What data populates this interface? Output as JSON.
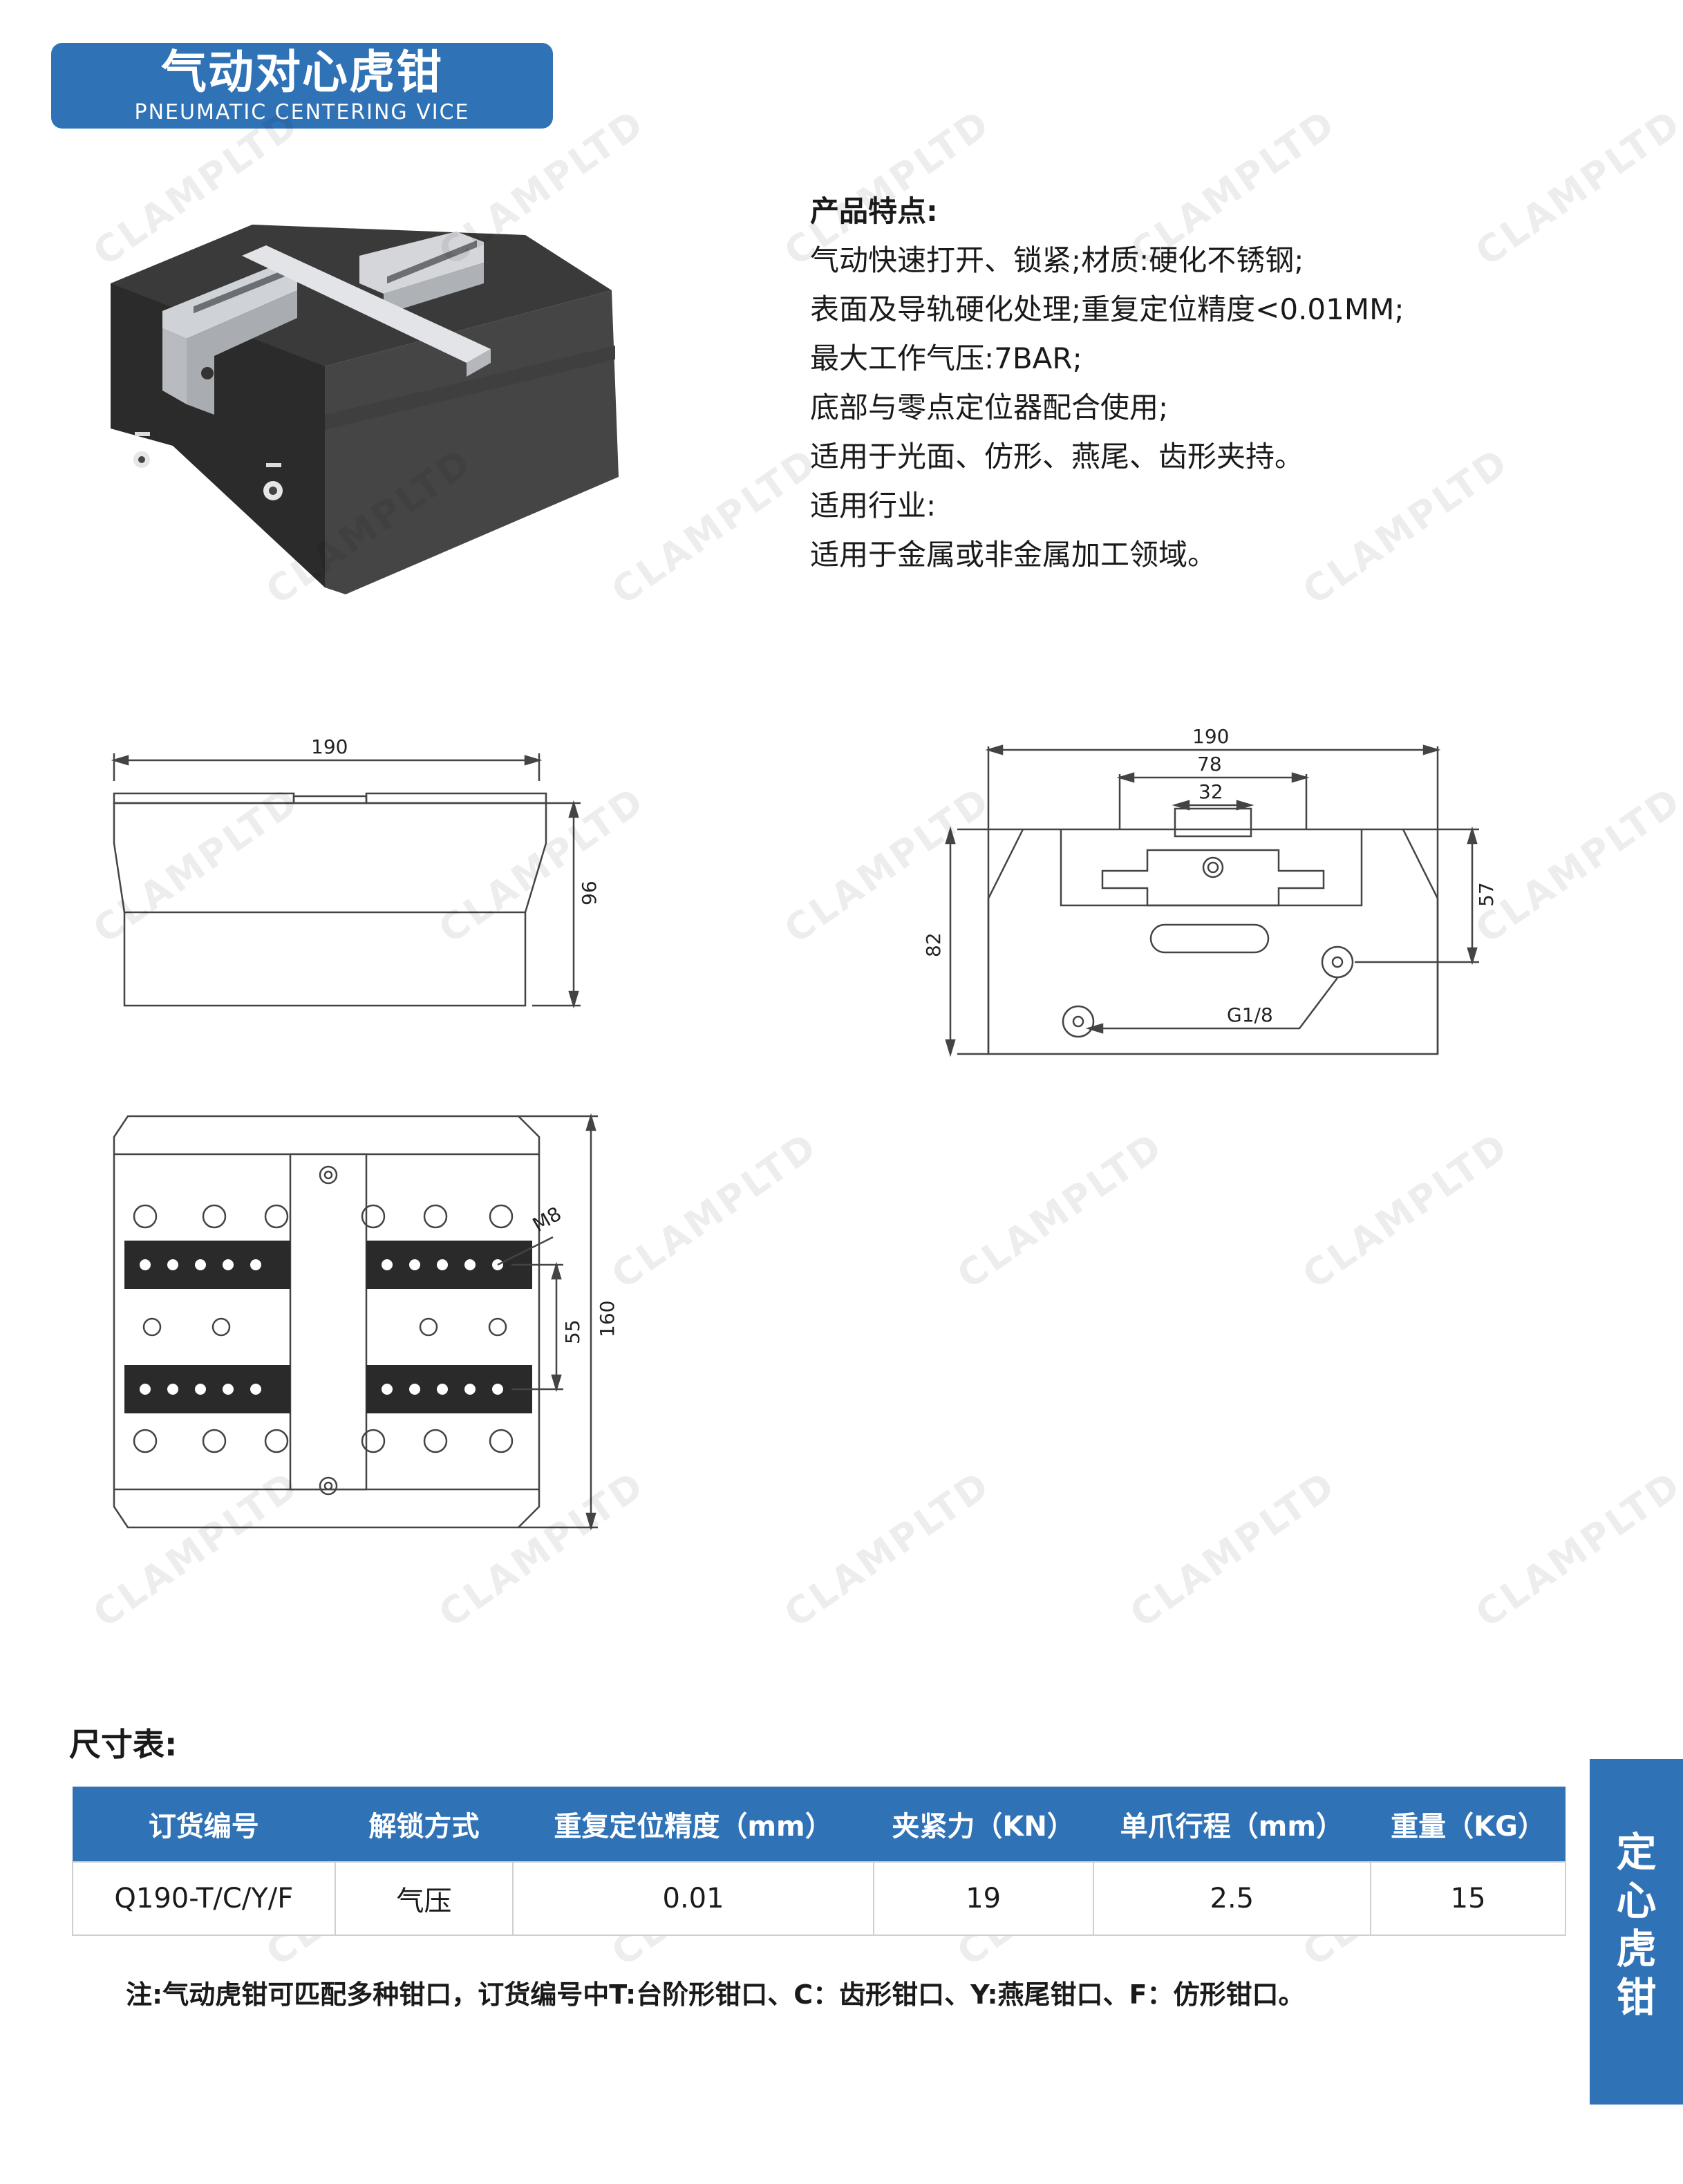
{
  "header": {
    "title_zh": "气动对心虎钳",
    "title_en": "PNEUMATIC CENTERING VICE",
    "accent": "#2f72b6"
  },
  "features": {
    "title": "产品特点:",
    "lines": [
      "气动快速打开、锁紧;材质:硬化不锈钢;",
      "表面及导轨硬化处理;重复定位精度<0.01MM;",
      "最大工作气压:7BAR;",
      "底部与零点定位器配合使用;",
      "适用于光面、仿形、燕尾、齿形夹持。",
      "适用行业:",
      "适用于金属或非金属加工领域。"
    ]
  },
  "drawings": {
    "side": {
      "width": "190",
      "height": "96"
    },
    "front": {
      "width": "190",
      "inner": "78",
      "slot": "32",
      "height": "82",
      "port_height": "57",
      "port": "G1/8"
    },
    "top": {
      "thread": "M8",
      "pitch": "55",
      "depth": "160"
    }
  },
  "watermark": "CLAMPLTD",
  "dimensions": {
    "title": "尺寸表:",
    "headers": [
      "订货编号",
      "解锁方式",
      "重复定位精度（mm）",
      "夹紧力（KN）",
      "单爪行程（mm）",
      "重量（KG）"
    ],
    "rows": [
      [
        "Q190-T/C/Y/F",
        "气压",
        "0.01",
        "19",
        "2.5",
        "15"
      ]
    ]
  },
  "note": "注:气动虎钳可匹配多种钳口，订货编号中T:台阶形钳口、C：齿形钳口、Y:燕尾钳口、F：仿形钳口。",
  "side_tab": [
    "定",
    "心",
    "虎",
    "钳"
  ]
}
